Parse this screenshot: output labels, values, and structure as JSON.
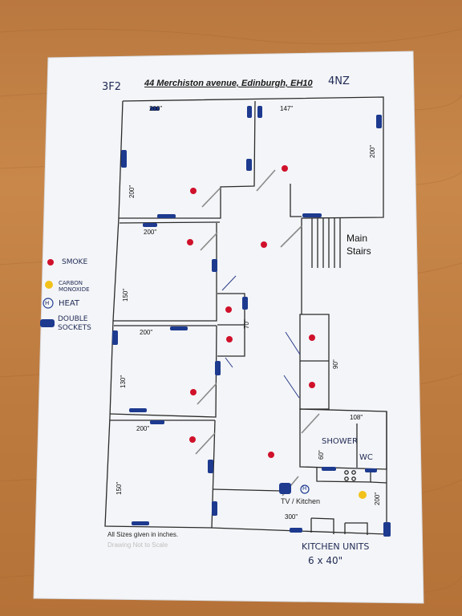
{
  "header": {
    "flat": "3F2",
    "address": "44 Merchiston avenue, Edinburgh, EH10",
    "postcode_tail": "4NZ"
  },
  "legend": {
    "smoke": "SMOKE",
    "carbon_monoxide": "CARBON MONOXIDE",
    "heat": "HEAT",
    "double_sockets": "DOUBLE SOCKETS",
    "heat_symbol": "H"
  },
  "dimensions": {
    "top_left_width": "200\"",
    "top_right_width": "147\"",
    "top_right_height": "200\"",
    "top_left_height": "200\"",
    "room2_width": "200\"",
    "room2_height": "150\"",
    "hall_mid": "70\"",
    "room3_width": "200\"",
    "room3_height": "130\"",
    "cupboard_height": "90\"",
    "room4_width": "200\"",
    "room4_height": "150\"",
    "shower_width": "108\"",
    "shower_height": "60\"",
    "kitchen_height": "200\"",
    "kitchen_width": "300\""
  },
  "labels": {
    "main_stairs": "Main\nStairs",
    "shower": "SHOWER",
    "wc": "WC",
    "tv_kitchen": "TV / Kitchen",
    "heat_symbol": "H"
  },
  "footer": {
    "note": "All Sizes given in inches.",
    "faint_note": "Drawing Not to Scale",
    "kitchen_units_label": "KITCHEN UNITS",
    "kitchen_units_size": "6 x 40\""
  },
  "colors": {
    "smoke": "#d0112b",
    "carbon_monoxide": "#f2c21b",
    "socket": "#1d3a8f",
    "line": "#2b2b2b"
  }
}
